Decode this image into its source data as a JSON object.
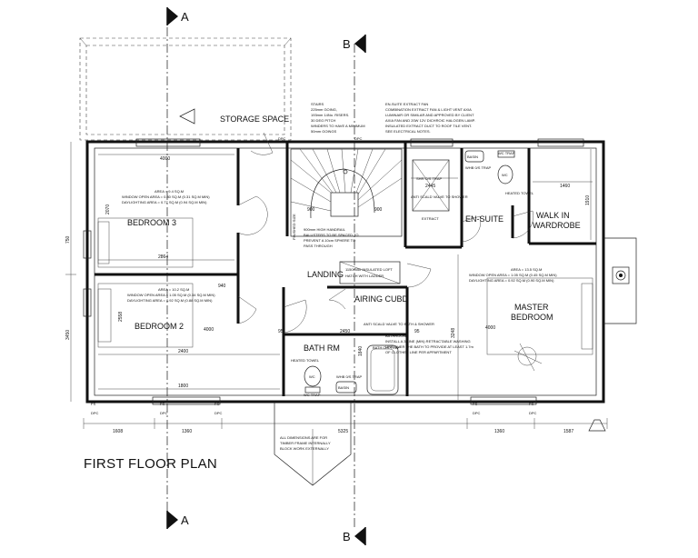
{
  "title": "FIRST FLOOR PLAN",
  "sections": {
    "a_top": "A",
    "a_bottom": "A",
    "b_top": "B",
    "b_bottom": "B"
  },
  "rooms": {
    "storage": "STORAGE SPACE",
    "bedroom3": "BEDROOM 3",
    "bedroom2": "BEDROOM 2",
    "landing": "LANDING",
    "airing": "AIRING CUBD",
    "bath": "BATH RM",
    "ensuite": "EN-SUITE",
    "walkin_1": "WALK IN",
    "walkin_2": "WARDROBE",
    "master_1": "MASTER",
    "master_2": "BEDROOM"
  },
  "notes": {
    "stairs": [
      "STAIRS",
      "225mm GOING,",
      "193mm 14No. RISERS.",
      "30 DEG PITCH",
      "WINDERS TO HAVE A MINIMUM",
      "50mm GOINGS"
    ],
    "ensuite_fan": [
      "EN-SUITE EXTRACT FAN",
      "COMBINATION EXTRACT FAN & LIGHT VENT AXIA",
      "LUMINAIR OR SIMILAR AND APPROVED BY CLIENT",
      "AXIA FAN AND 20W 12V DICHROIC HALOGEN LAMP.",
      "INSULATED EXTRACT DUCT TO ROOF TILE VENT.",
      "SEE ELECTRICAL NOTES."
    ],
    "handrail": [
      "900mm HIGH HANDRAIL",
      "BALUSTERS TO BE SPACED TO",
      "PREVENT A 10cm SPHERE TO",
      "PASS THROUGH"
    ],
    "loft": [
      "1150x550 INSULATED LOFT",
      "HATCH WITH LADDER"
    ],
    "bathroom": [
      "BATHROOM",
      "INSTALL A 3 LINE (MIN) RETRACTABLE WASHING",
      "LINE OVER THE BATH TO PROVIDE AT LEAST 1.7m",
      "OF CLOTHES LINE PER APPARTMENT"
    ],
    "dims_note": [
      "ALL DIMENSIONS ARE FOR",
      "TIMBER FRAME INTERNALLY",
      "BLOCK WORK EXTERNALLY"
    ],
    "finished_size": "FINISHED SIZE",
    "anti_scald_shower": "ANTI SCALD VALVE TO SHOWER",
    "anti_scald_bath": "ANTI SCALD VALVE TO BATH & SHOWER",
    "extract": "EXTRACT"
  },
  "areas": {
    "bedroom3": [
      "AREA = 9.4 SQ.M",
      "WINDOW OPEN AREA = 0.80 SQ.M (0.31 SQ.M MIN)",
      "DAYLIGHTING AREA = 0.77 SQ.M (0.94 SQ.M MIN)"
    ],
    "bedroom2": [
      "AREA = 10.2 SQ.M",
      "WINDOW OPEN AREA = 1.05 SQ.M (0.34 SQ.M MIN)",
      "DAYLIGHTING AREA = 0.92 SQ.M (0.88 SQ.M MIN)"
    ],
    "master": [
      "AREA = 13.5 SQ.M",
      "WINDOW OPEN AREA = 1.05 SQ.M (0.45 SQ.M MIN)",
      "DAYLIGHTING AREA = 0.92 SQ.M (0.90 SQ.M MIN)"
    ]
  },
  "fixtures": {
    "wc": "WC",
    "basin": "BASIN",
    "whb_trap": "WHB 0/S TRAP",
    "shr_trap": "SHR O/S TRAP",
    "bath_trap": "BATH O/S TRAP",
    "wc_trap": "WC TRAP",
    "heated_towel": "HEATED TOWEL",
    "fs": "FS",
    "dpc": "DPC",
    "pipe": "90"
  },
  "dimensions": {
    "d4000_top": "4000",
    "d2070": "2070",
    "d2864": "2864",
    "d750": "750",
    "d940": "940",
    "d2558": "2558",
    "d4000_mid": "4000",
    "d2400": "2400",
    "d1800": "1800",
    "d3450": "3450",
    "d900a": "900",
    "d900b": "900",
    "d2445": "2445",
    "d1460": "1460",
    "d1910": "1910",
    "d3248": "3248",
    "d2450": "2450",
    "d1840": "1840",
    "d4000_right": "4000",
    "d1608": "1608",
    "d1360a": "1360",
    "d5325": "5325",
    "d1360b": "1360",
    "d1587": "1587",
    "d95a": "95",
    "d95b": "95"
  }
}
